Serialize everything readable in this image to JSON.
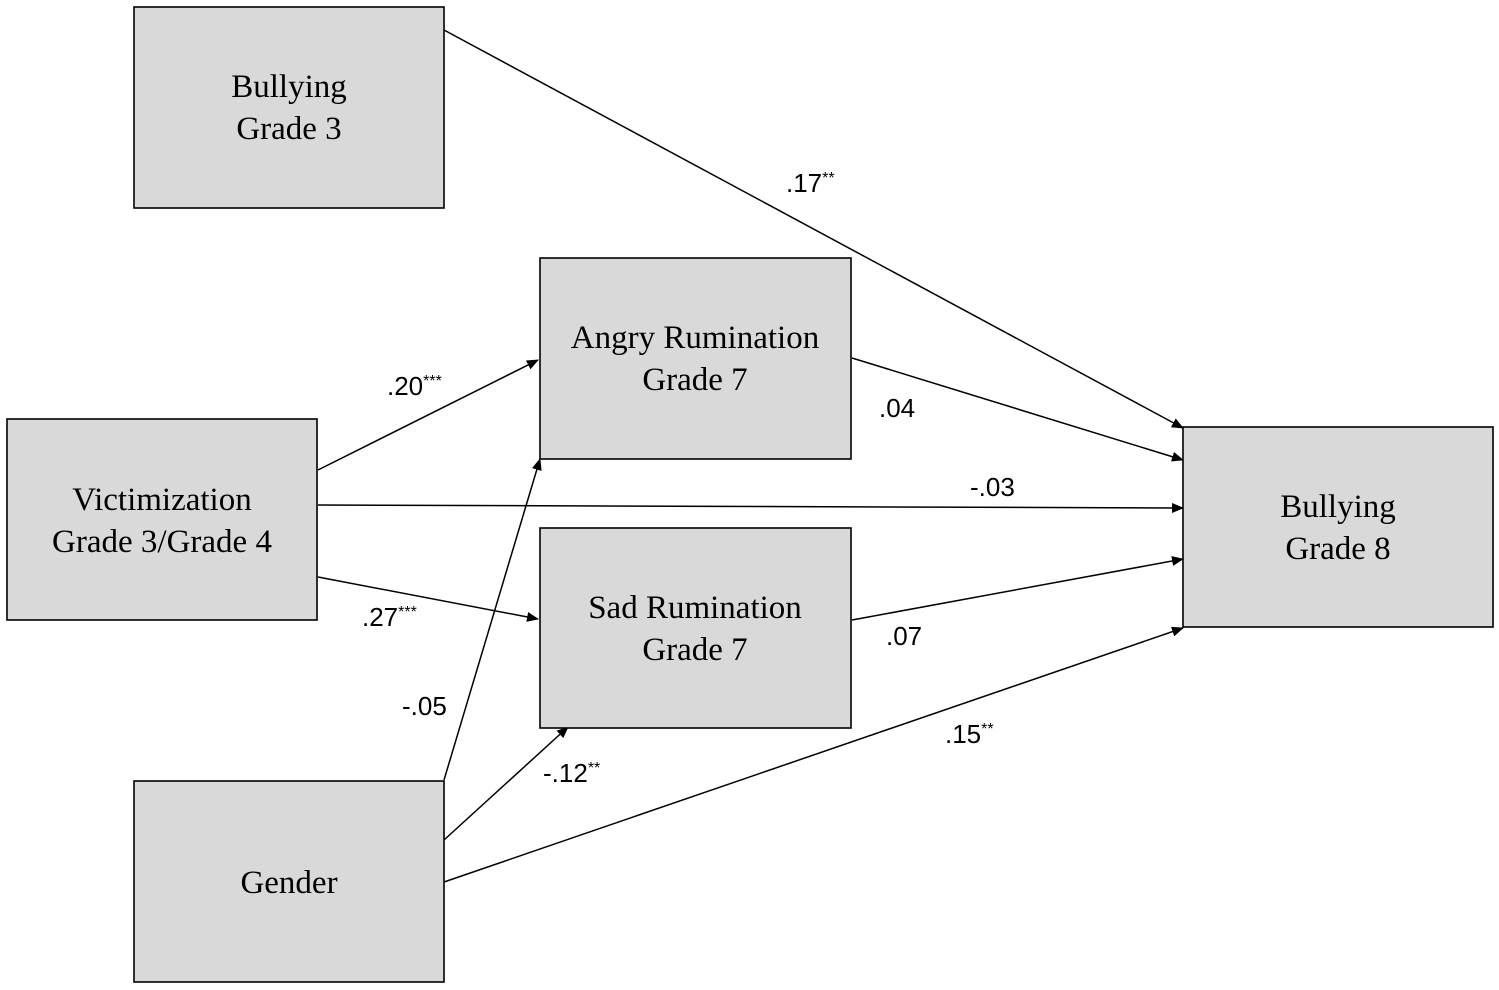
{
  "nodes": {
    "bullying_g3": {
      "line1": "Bullying",
      "line2": "Grade 3"
    },
    "victimization": {
      "line1": "Victimization",
      "line2": "Grade 3/Grade 4"
    },
    "gender": {
      "line1": "Gender"
    },
    "angry_rumination": {
      "line1": "Angry Rumination",
      "line2": "Grade 7"
    },
    "sad_rumination": {
      "line1": "Sad Rumination",
      "line2": "Grade 7"
    },
    "bullying_g8": {
      "line1": "Bullying",
      "line2": "Grade 8"
    }
  },
  "paths": {
    "bullying_g3_to_bullying_g8": {
      "value": ".17",
      "sig": "**"
    },
    "victimization_to_angry": {
      "value": ".20",
      "sig": "***"
    },
    "victimization_to_sad": {
      "value": ".27",
      "sig": "***"
    },
    "victimization_to_bullying_g8": {
      "value": "-.03",
      "sig": ""
    },
    "angry_to_bullying_g8": {
      "value": ".04",
      "sig": ""
    },
    "sad_to_bullying_g8": {
      "value": ".07",
      "sig": ""
    },
    "gender_to_angry": {
      "value": "-.05",
      "sig": ""
    },
    "gender_to_sad": {
      "value": "-.12",
      "sig": "**"
    },
    "gender_to_bullying_g8": {
      "value": ".15",
      "sig": "**"
    }
  }
}
